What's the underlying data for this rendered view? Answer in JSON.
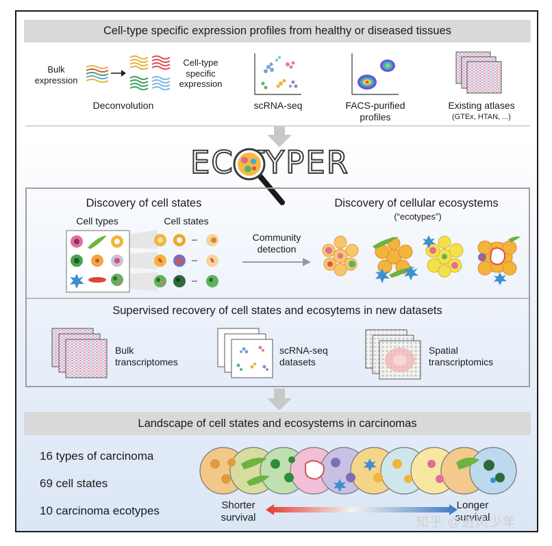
{
  "top": {
    "banner": "Cell-type specific expression profiles from healthy or diseased tissues",
    "bulk_label": "Bulk\nexpression",
    "celltype_label": "Cell-type\nspecific\nexpression",
    "deconvolution": "Deconvolution",
    "scrna": "scRNA-seq",
    "facs": "FACS-purified\nprofiles",
    "atlases": "Existing atlases",
    "atlases_sub": "(GTEx, HTAN, ...)"
  },
  "logo": {
    "text": "EC  TYPER"
  },
  "discovery": {
    "cell_states_title": "Discovery of cell states",
    "cell_types": "Cell types",
    "cell_states": "Cell states",
    "community": "Community\ndetection",
    "ecosystems_title": "Discovery of cellular ecosystems",
    "ecotypes": "(“ecotypes”)"
  },
  "supervised": {
    "title": "Supervised recovery of cell states and ecosytems in new datasets",
    "bulk": "Bulk\ntranscriptomes",
    "scrna": "scRNA-seq\ndatasets",
    "spatial": "Spatial\ntranscriptomics"
  },
  "landscape": {
    "banner": "Landscape of cell states and ecosystems in carcinomas",
    "stat1": "16 types of carcinoma",
    "stat2": "69 cell states",
    "stat3": "10 carcinoma ecotypes",
    "shorter": "Shorter\nsurvival",
    "longer": "Longer\nsurvival"
  },
  "watermark": "知乎 @逍风少年",
  "colors": {
    "banner_gray": "#d9d9d9",
    "arrow_gray": "#c8c8c8",
    "survival_red": "#e23b2e",
    "survival_blue": "#3f78c2"
  }
}
